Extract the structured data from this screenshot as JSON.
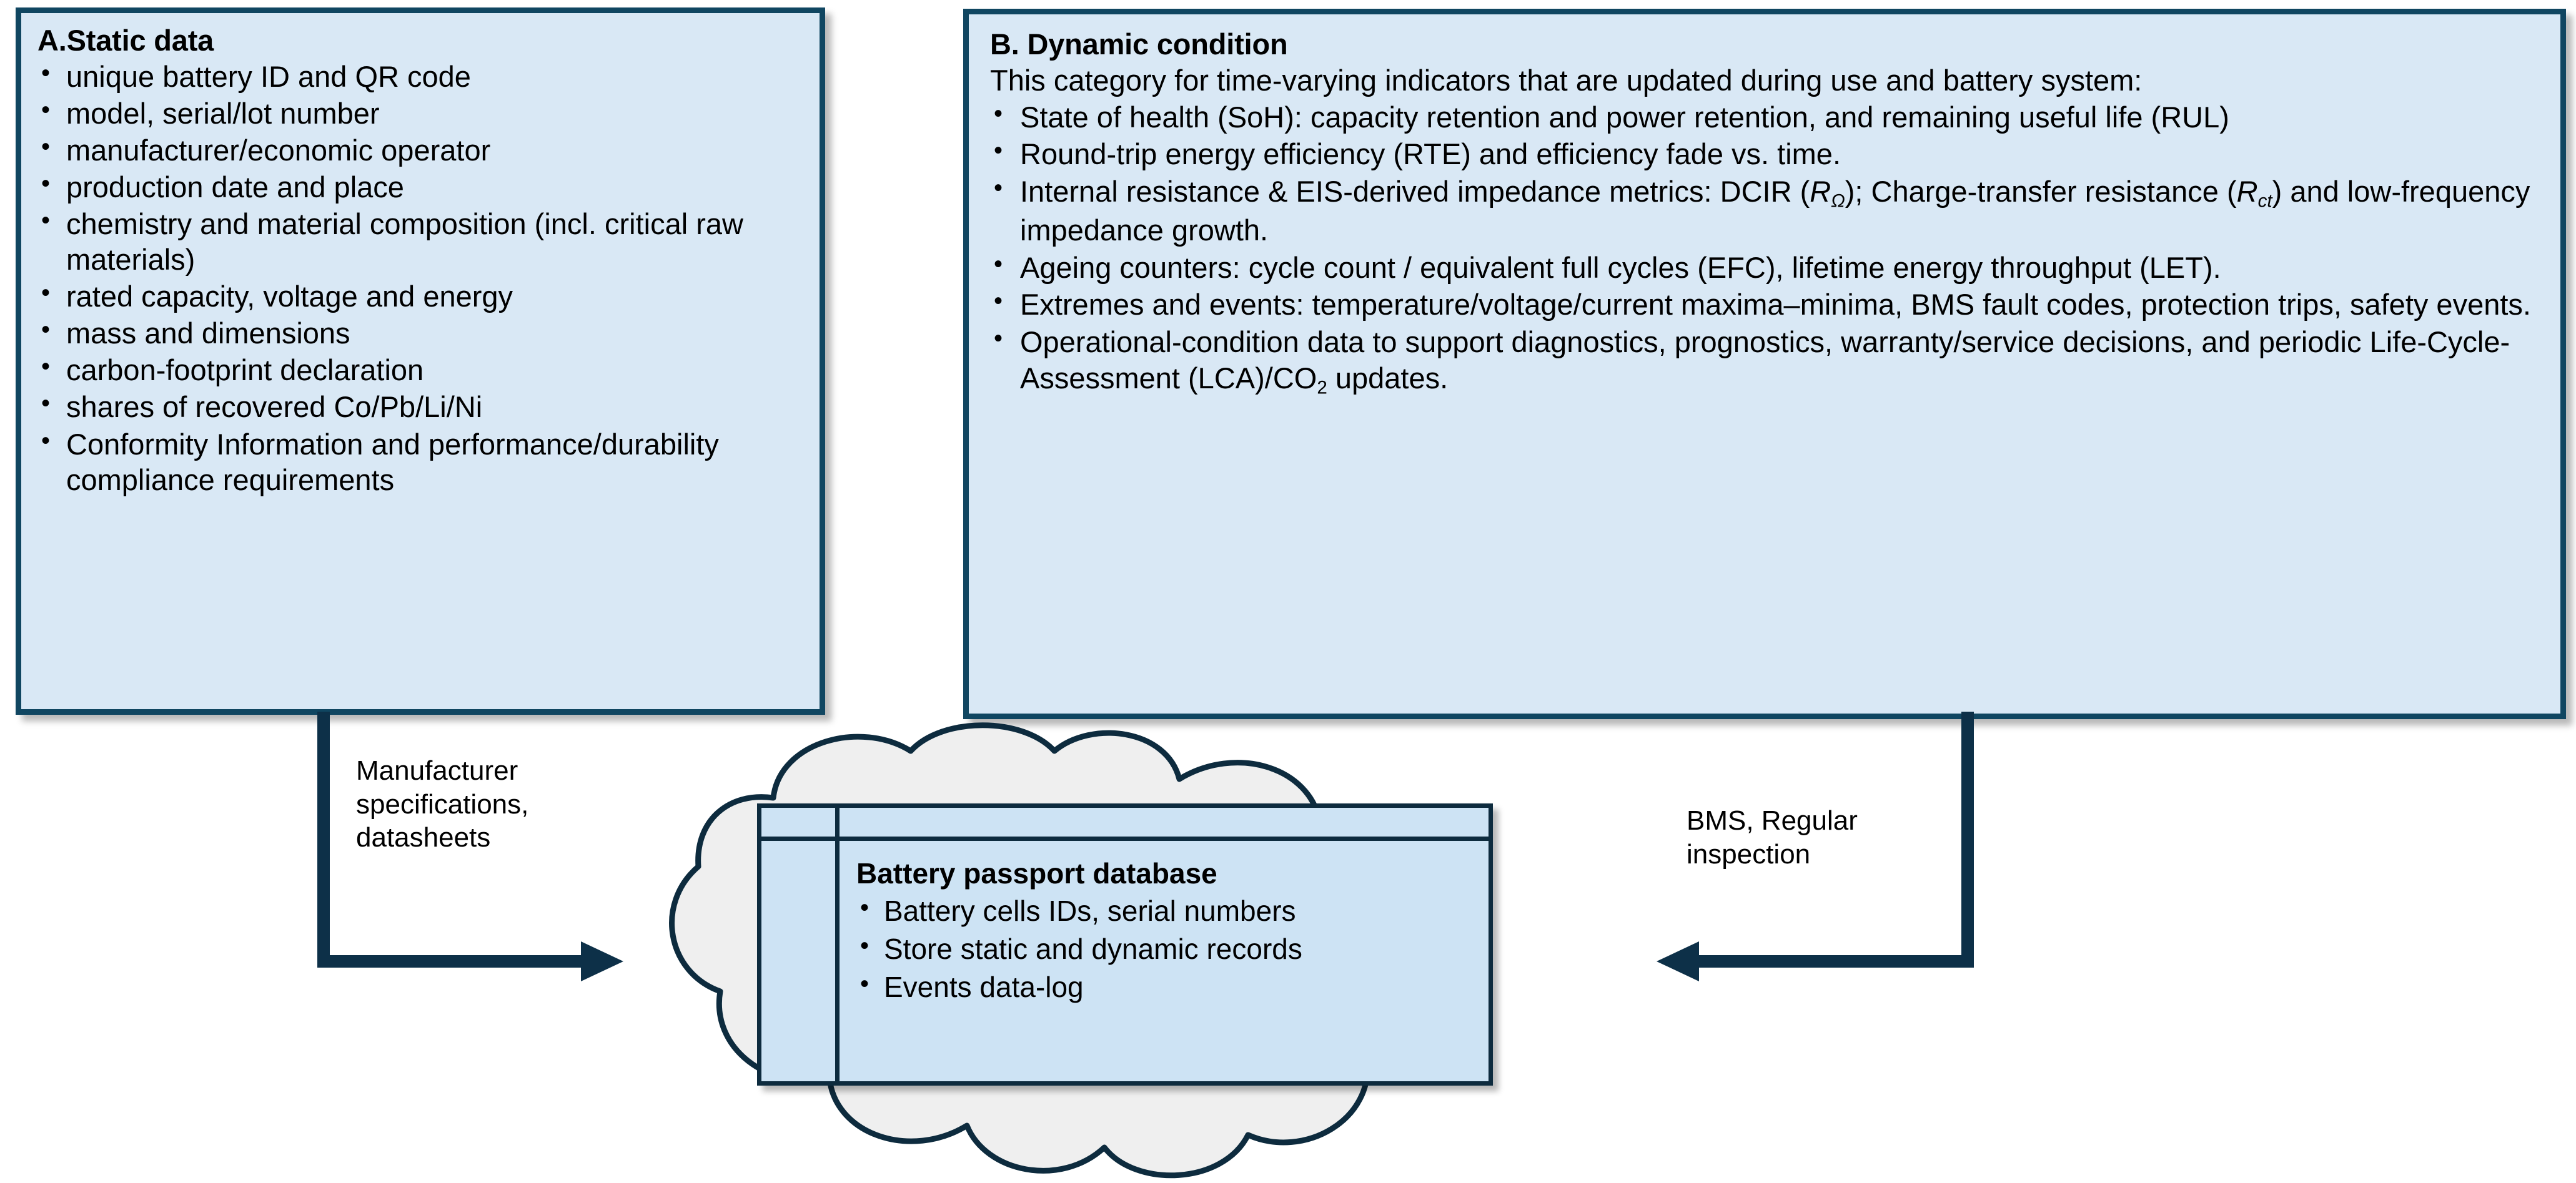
{
  "diagram": {
    "colors": {
      "box_fill": "#d9e8f5",
      "box_border": "#104661",
      "cloud_fill": "#efefef",
      "cloud_stroke": "#0d2b3e",
      "db_fill": "#cde3f4",
      "arrow": "#0d3048"
    },
    "box_a": {
      "title": "A.Static data",
      "bullets": [
        "unique battery ID and QR code",
        "model, serial/lot number",
        "manufacturer/economic operator",
        "production date and place",
        "chemistry and material composition (incl. critical raw materials)",
        "rated capacity, voltage and energy",
        "mass and dimensions",
        "carbon-footprint declaration",
        "shares of recovered Co/Pb/Li/Ni",
        "Conformity Information and performance/durability compliance requirements"
      ]
    },
    "box_b": {
      "title": "B. Dynamic condition",
      "intro": "This category for time-varying indicators that are updated during use and battery system:",
      "bullets": [
        "State of health (SoH): capacity retention and power retention, and remaining useful life (RUL)",
        "Round-trip energy efficiency (RTE) and efficiency fade vs. time.",
        "Internal resistance & EIS-derived  impedance metrics: DCIR (RΩ); Charge-transfer resistance (Rct) and low-frequency impedance growth.",
        "Ageing counters: cycle count / equivalent full cycles (EFC), lifetime energy throughput (LET).",
        "Extremes and events: temperature/voltage/current maxima–minima, BMS fault codes, protection trips, safety events.",
        "Operational-condition data to support diagnostics, prognostics, warranty/service decisions, and periodic Life-Cycle-Assessment (LCA)/CO2 updates."
      ],
      "bullet_parts": {
        "internal_resistance": {
          "p1": "Internal resistance & EIS-derived  impedance metrics: DCIR (",
          "var1": "R",
          "sub1": "Ω",
          "p2": "); Charge-transfer resistance (",
          "var2": "R",
          "sub2": "ct",
          "p3": ") and low-frequency impedance growth."
        },
        "operational": {
          "p1": "Operational-condition data to support diagnostics, prognostics, warranty/service decisions, and periodic Life-Cycle-Assessment (LCA)/CO",
          "sub1": "2",
          "p2": " updates."
        }
      }
    },
    "database": {
      "title": "Battery passport database",
      "bullets": [
        "Battery cells IDs, serial numbers",
        "Store static and dynamic records",
        "Events data-log"
      ]
    },
    "arrows": {
      "left_label": "Manufacturer specifications, datasheets",
      "right_label": "BMS, Regular inspection"
    }
  }
}
